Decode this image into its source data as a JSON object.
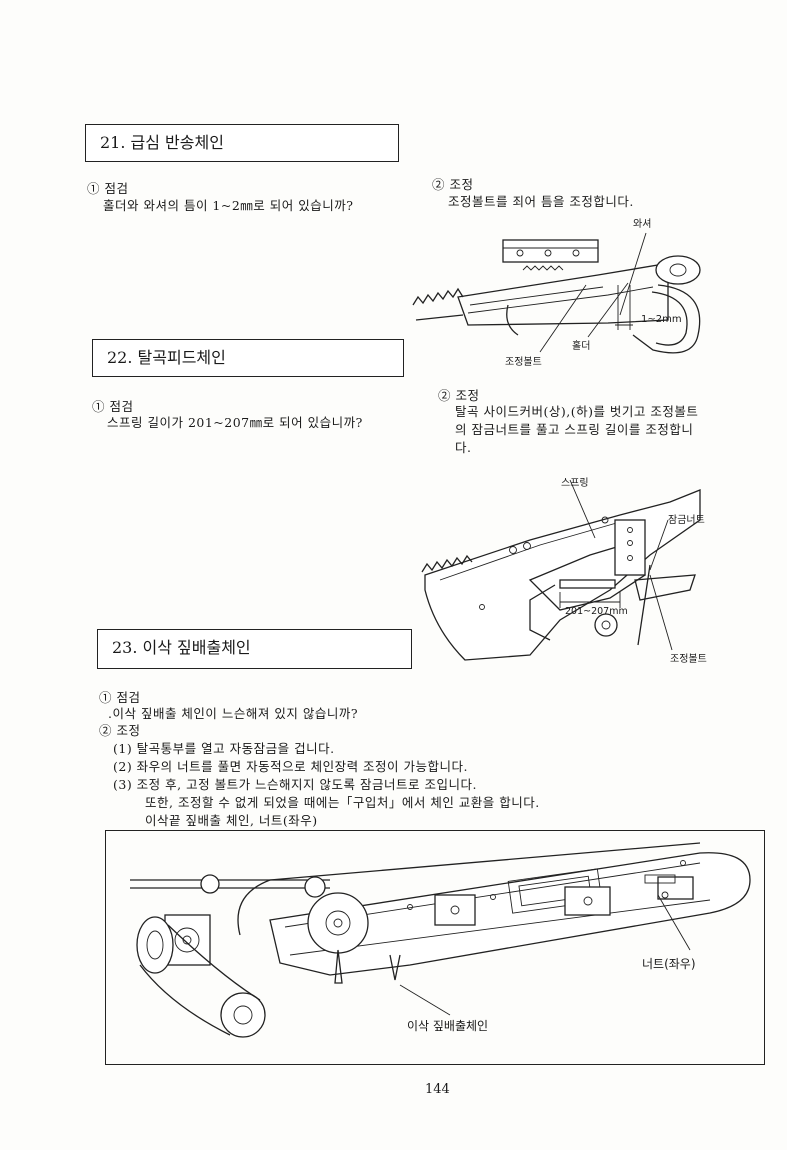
{
  "sections": {
    "s21": {
      "title": "21. 급심 반송체인",
      "check_head": "① 점검",
      "check_text": "홀더와 와셔의 틈이 1~2㎜로 되어 있습니까?",
      "adjust_head": "② 조정",
      "adjust_text": "조정볼트를 죄어 틈을 조정합니다.",
      "labels": {
        "washer": "와셔",
        "gap": "1~2mm",
        "holder": "홀더",
        "bolt": "조정볼트"
      }
    },
    "s22": {
      "title": "22. 탈곡피드체인",
      "check_head": "① 점검",
      "check_text": "스프링 길이가 201~207㎜로 되어 있습니까?",
      "adjust_head": "② 조정",
      "adjust_lines": [
        "탈곡 사이드커버(상),(하)를 벗기고 조정볼트",
        "의 잠금너트를 풀고 스프링 길이를 조정합니",
        "다."
      ],
      "labels": {
        "spring": "스프링",
        "locknut": "잠금너트",
        "length": "201~207mm",
        "bolt": "조정볼트"
      }
    },
    "s23": {
      "title": "23. 이삭 짚배출체인",
      "check_head": "① 점검",
      "check_text": ".이삭 짚배출 체인이 느슨해져 있지 않습니까?",
      "adjust_head": "② 조정",
      "steps": [
        "(1) 탈곡통부를 열고 자동잠금을 겁니다.",
        "(2) 좌우의 너트를 풀면 자동적으로 체인장력 조정이 가능합니다.",
        "(3) 조정 후, 고정 볼트가 느슨해지지 않도록 잠금너트로 조입니다."
      ],
      "note_lines": [
        "또한, 조정할 수 없게 되었을 때에는「구입처」에서 체인 교환을 합니다.",
        "이삭끝 짚배출 체인, 너트(좌우)"
      ],
      "labels": {
        "nut": "너트(좌우)",
        "chain": "이삭 짚배출체인"
      }
    }
  },
  "page_number": "144"
}
